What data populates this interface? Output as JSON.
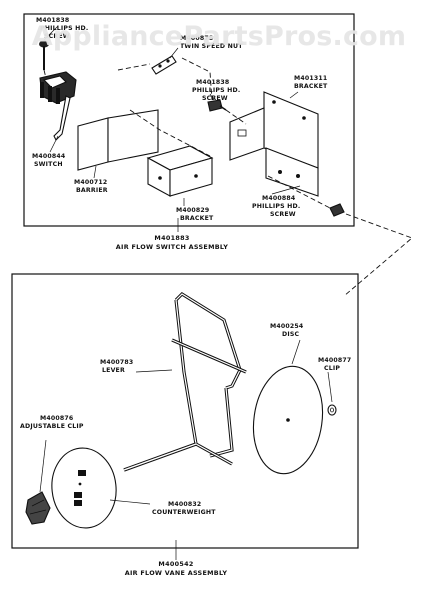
{
  "watermark": "AppliancePartsPros.com",
  "top_assembly": {
    "caption_part": "M401883",
    "caption_name": "AIR FLOW SWITCH ASSEMBLY",
    "labels": {
      "screw_top_part": "M401838",
      "screw_top_name_1": "PHILLIPS HD.",
      "screw_top_name_2": "SCREW",
      "nut_part": "M400878",
      "nut_name": "TWIN SPEED NUT",
      "screw_mid_part": "M401838",
      "screw_mid_name_1": "PHILLIPS HD.",
      "screw_mid_name_2": "SCREW",
      "bracket_right_part": "M401311",
      "bracket_right_name": "BRACKET",
      "switch_part": "M400844",
      "switch_name": "SWITCH",
      "barrier_part": "M400712",
      "barrier_name": "BARRIER",
      "bracket_center_part": "M400829",
      "bracket_center_name": "BRACKET",
      "screw_bottom_part": "M400884",
      "screw_bottom_name_1": "PHILLIPS HD.",
      "screw_bottom_name_2": "SCREW"
    }
  },
  "bottom_assembly": {
    "caption_part": "M400542",
    "caption_name": "AIR FLOW VANE ASSEMBLY",
    "labels": {
      "lever_part": "M400783",
      "lever_name": "LEVER",
      "disc_part": "M400254",
      "disc_name": "DISC",
      "clip_part": "M400877",
      "clip_name": "CLIP",
      "adj_clip_part": "M400876",
      "adj_clip_name": "ADJUSTABLE CLIP",
      "counterweight_part": "M400832",
      "counterweight_name": "COUNTERWEIGHT"
    }
  }
}
